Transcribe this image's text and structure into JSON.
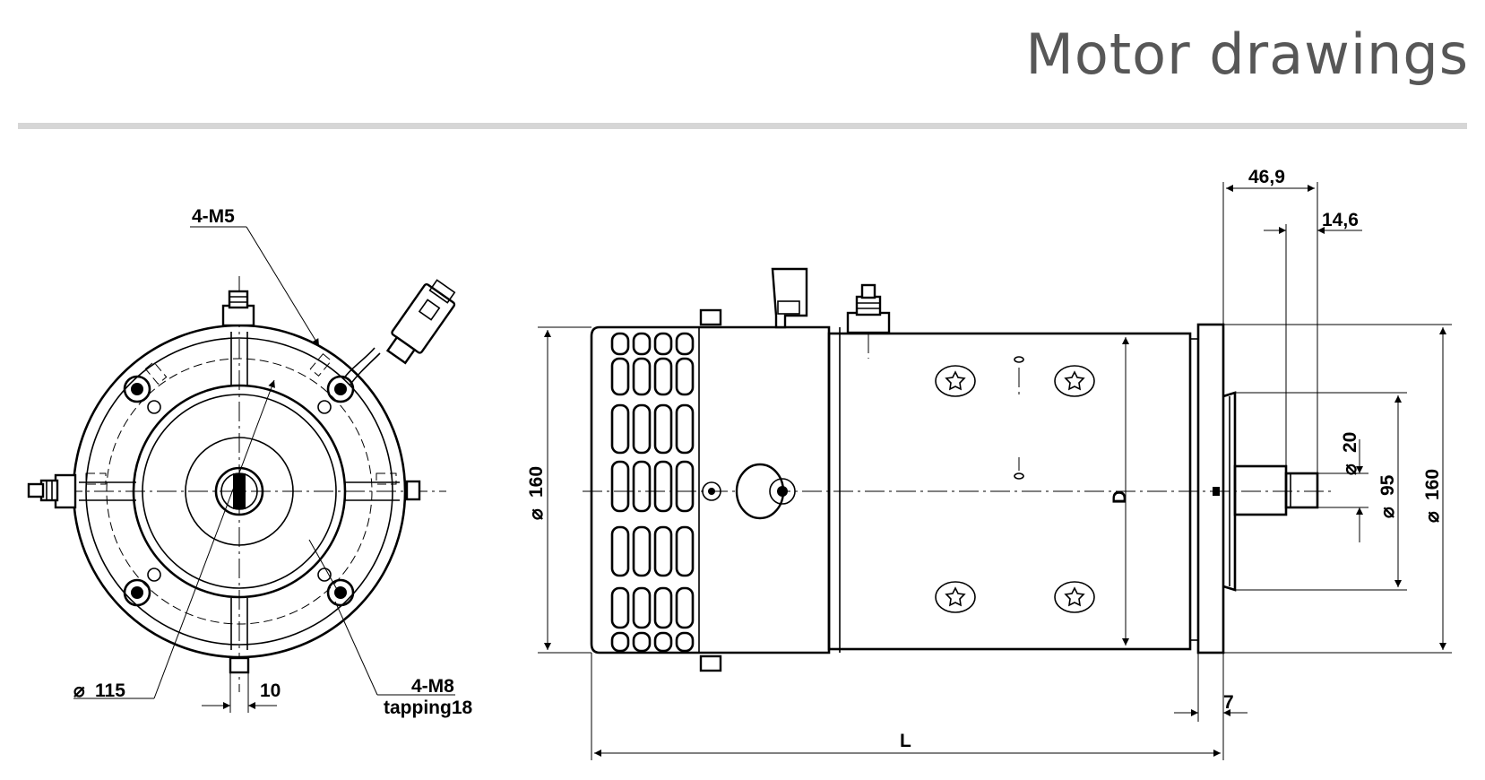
{
  "page": {
    "title": "Motor drawings"
  },
  "front_view": {
    "labels": {
      "screw_spec": "4-M5",
      "diameter_115": "115",
      "width_10": "10",
      "mount_spec": "4-M8",
      "mount_tapping": "tapping18"
    }
  },
  "side_view": {
    "labels": {
      "dim_46_9": "46,9",
      "dim_14_6": "14,6",
      "dia_160_left": "160",
      "dia_20": "20",
      "dia_95": "95",
      "dia_160_right": "160",
      "diameter_D": "D",
      "flange_7": "7",
      "length_L": "L"
    }
  },
  "symbols": {
    "diameter": "⌀"
  },
  "colors": {
    "title": "#575757",
    "rule": "#d6d6d6",
    "line": "#000000"
  }
}
